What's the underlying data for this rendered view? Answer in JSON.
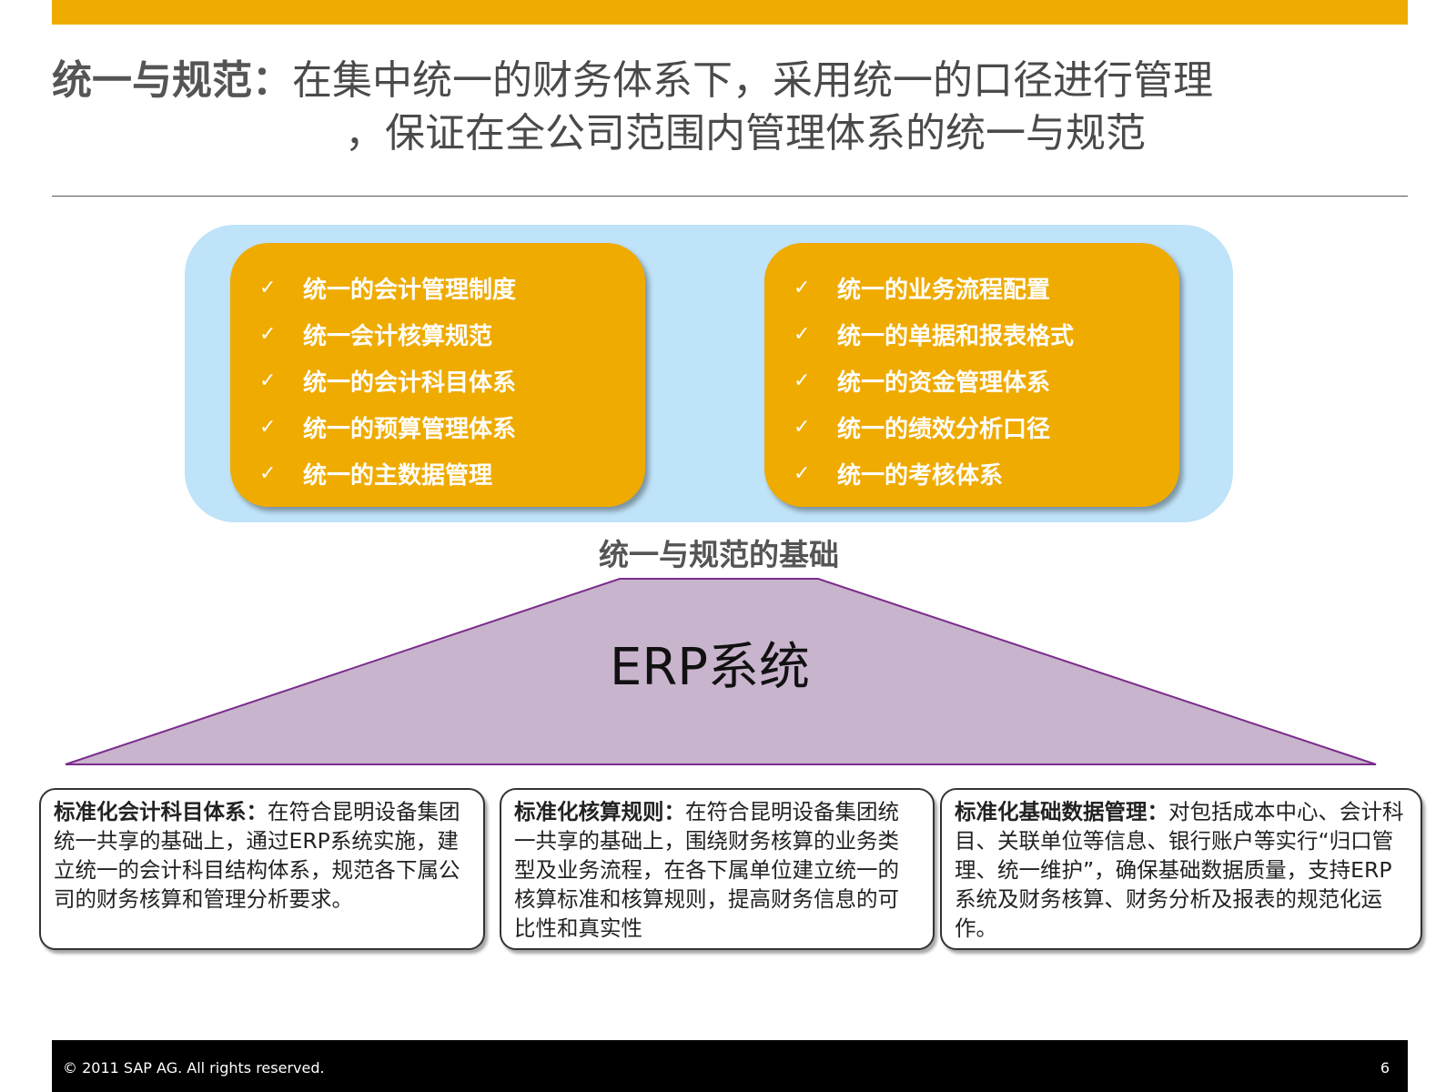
{
  "title": {
    "lead": "统一与规范：",
    "line1": "在集中统一的财务体系下，采用统一的口径进行管理",
    "line2": "，保证在全公司范围内管理体系的统一与规范"
  },
  "left_box": {
    "items": [
      "统一的会计管理制度",
      "统一会计核算规范",
      "统一的会计科目体系",
      "统一的预算管理体系",
      "统一的主数据管理"
    ]
  },
  "right_box": {
    "items": [
      "统一的业务流程配置",
      "统一的单据和报表格式",
      "统一的资金管理体系",
      "统一的绩效分析口径",
      "统一的考核体系"
    ]
  },
  "check_mark": "✓",
  "base_label": "统一与规范的基础",
  "erp_label": "ERP系统",
  "cards": [
    {
      "title": "标准化会计科目体系：",
      "body": "在符合昆明设备集团统一共享的基础上，通过ERP系统实施，建立统一的会计科目结构体系，规范各下属公司的财务核算和管理分析要求。"
    },
    {
      "title": "标准化核算规则：",
      "body": "在符合昆明设备集团统一共享的基础上，围绕财务核算的业务类型及业务流程，在各下属单位建立统一的核算标准和核算规则，提高财务信息的可比性和真实性"
    },
    {
      "title": "标准化基础数据管理：",
      "body": "对包括成本中心、会计科目、关联单位等信息、银行账户等实行“归口管理、统一维护”，确保基础数据质量，支持ERP系统及财务核算、财务分析及报表的规范化运作。"
    }
  ],
  "footer": {
    "copyright": "© 2011 SAP AG. All rights reserved.",
    "page": "6"
  },
  "colors": {
    "accent_orange": "#EFAB00",
    "panel_blue": "#BFE3F8",
    "trapezoid_fill": "#C8B4CC",
    "trapezoid_stroke": "#7B2C8C"
  }
}
